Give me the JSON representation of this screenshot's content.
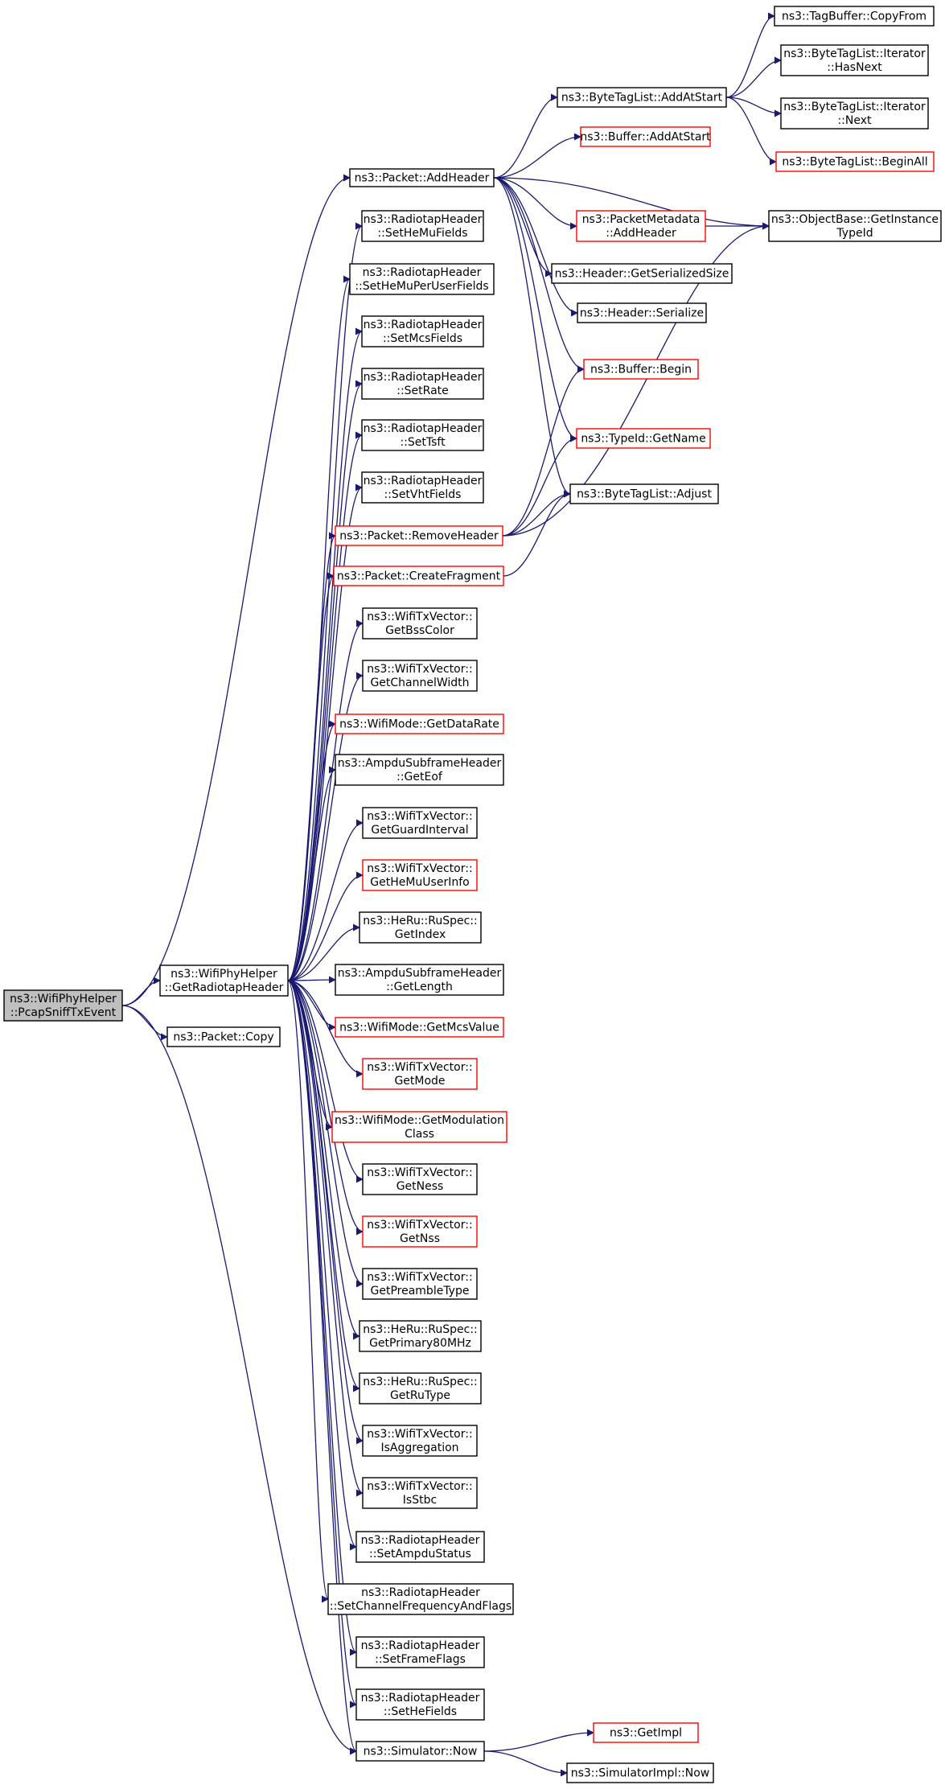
{
  "diagram": {
    "nodes": [
      {
        "id": "n0",
        "lines": [
          "ns3::WifiPhyHelper",
          "::PcapSniffTxEvent"
        ],
        "style": "gray"
      },
      {
        "id": "n1",
        "lines": [
          "ns3::WifiPhyHelper",
          "::GetRadiotapHeader"
        ],
        "style": "black"
      },
      {
        "id": "n2",
        "lines": [
          "ns3::Packet::Copy"
        ],
        "style": "black"
      },
      {
        "id": "n3",
        "lines": [
          "ns3::Packet::AddHeader"
        ],
        "style": "black"
      },
      {
        "id": "n4",
        "lines": [
          "ns3::RadiotapHeader",
          "::SetHeMuFields"
        ],
        "style": "black"
      },
      {
        "id": "n5",
        "lines": [
          "ns3::RadiotapHeader",
          "::SetHeMuPerUserFields"
        ],
        "style": "black"
      },
      {
        "id": "n6",
        "lines": [
          "ns3::RadiotapHeader",
          "::SetMcsFields"
        ],
        "style": "black"
      },
      {
        "id": "n7",
        "lines": [
          "ns3::RadiotapHeader",
          "::SetRate"
        ],
        "style": "black"
      },
      {
        "id": "n8",
        "lines": [
          "ns3::RadiotapHeader",
          "::SetTsft"
        ],
        "style": "black"
      },
      {
        "id": "n9",
        "lines": [
          "ns3::RadiotapHeader",
          "::SetVhtFields"
        ],
        "style": "black"
      },
      {
        "id": "n10",
        "lines": [
          "ns3::Packet::RemoveHeader"
        ],
        "style": "red"
      },
      {
        "id": "n11",
        "lines": [
          "ns3::Packet::CreateFragment"
        ],
        "style": "red"
      },
      {
        "id": "n12",
        "lines": [
          "ns3::WifiTxVector::",
          "GetBssColor"
        ],
        "style": "black"
      },
      {
        "id": "n13",
        "lines": [
          "ns3::WifiTxVector::",
          "GetChannelWidth"
        ],
        "style": "black"
      },
      {
        "id": "n14",
        "lines": [
          "ns3::WifiMode::GetDataRate"
        ],
        "style": "red"
      },
      {
        "id": "n15",
        "lines": [
          "ns3::AmpduSubframeHeader",
          "::GetEof"
        ],
        "style": "black"
      },
      {
        "id": "n16",
        "lines": [
          "ns3::WifiTxVector::",
          "GetGuardInterval"
        ],
        "style": "black"
      },
      {
        "id": "n17",
        "lines": [
          "ns3::WifiTxVector::",
          "GetHeMuUserInfo"
        ],
        "style": "red"
      },
      {
        "id": "n18",
        "lines": [
          "ns3::HeRu::RuSpec::",
          "GetIndex"
        ],
        "style": "black"
      },
      {
        "id": "n19",
        "lines": [
          "ns3::AmpduSubframeHeader",
          "::GetLength"
        ],
        "style": "black"
      },
      {
        "id": "n20",
        "lines": [
          "ns3::WifiMode::GetMcsValue"
        ],
        "style": "red"
      },
      {
        "id": "n21",
        "lines": [
          "ns3::WifiTxVector::",
          "GetMode"
        ],
        "style": "red"
      },
      {
        "id": "n22",
        "lines": [
          "ns3::WifiMode::GetModulation",
          "Class"
        ],
        "style": "red"
      },
      {
        "id": "n23",
        "lines": [
          "ns3::WifiTxVector::",
          "GetNess"
        ],
        "style": "black"
      },
      {
        "id": "n24",
        "lines": [
          "ns3::WifiTxVector::",
          "GetNss"
        ],
        "style": "red"
      },
      {
        "id": "n25",
        "lines": [
          "ns3::WifiTxVector::",
          "GetPreambleType"
        ],
        "style": "black"
      },
      {
        "id": "n26",
        "lines": [
          "ns3::HeRu::RuSpec::",
          "GetPrimary80MHz"
        ],
        "style": "black"
      },
      {
        "id": "n27",
        "lines": [
          "ns3::HeRu::RuSpec::",
          "GetRuType"
        ],
        "style": "black"
      },
      {
        "id": "n28",
        "lines": [
          "ns3::WifiTxVector::",
          "IsAggregation"
        ],
        "style": "black"
      },
      {
        "id": "n29",
        "lines": [
          "ns3::WifiTxVector::",
          "IsStbc"
        ],
        "style": "black"
      },
      {
        "id": "n30",
        "lines": [
          "ns3::RadiotapHeader",
          "::SetAmpduStatus"
        ],
        "style": "black"
      },
      {
        "id": "n31",
        "lines": [
          "ns3::RadiotapHeader",
          "::SetChannelFrequencyAndFlags"
        ],
        "style": "black"
      },
      {
        "id": "n32",
        "lines": [
          "ns3::RadiotapHeader",
          "::SetFrameFlags"
        ],
        "style": "black"
      },
      {
        "id": "n33",
        "lines": [
          "ns3::RadiotapHeader",
          "::SetHeFields"
        ],
        "style": "black"
      },
      {
        "id": "n34",
        "lines": [
          "ns3::Simulator::Now"
        ],
        "style": "black"
      },
      {
        "id": "n35",
        "lines": [
          "ns3::ByteTagList::AddAtStart"
        ],
        "style": "black"
      },
      {
        "id": "n36",
        "lines": [
          "ns3::Buffer::AddAtStart"
        ],
        "style": "red"
      },
      {
        "id": "n37",
        "lines": [
          "ns3::PacketMetadata",
          "::AddHeader"
        ],
        "style": "red"
      },
      {
        "id": "n38",
        "lines": [
          "ns3::Header::GetSerializedSize"
        ],
        "style": "black"
      },
      {
        "id": "n39",
        "lines": [
          "ns3::Header::Serialize"
        ],
        "style": "black"
      },
      {
        "id": "n40",
        "lines": [
          "ns3::Buffer::Begin"
        ],
        "style": "red"
      },
      {
        "id": "n41",
        "lines": [
          "ns3::TypeId::GetName"
        ],
        "style": "red"
      },
      {
        "id": "n42",
        "lines": [
          "ns3::ByteTagList::Adjust"
        ],
        "style": "black"
      },
      {
        "id": "n43",
        "lines": [
          "ns3::ObjectBase::GetInstance",
          "TypeId"
        ],
        "style": "black"
      },
      {
        "id": "n44",
        "lines": [
          "ns3::TagBuffer::CopyFrom"
        ],
        "style": "black"
      },
      {
        "id": "n45",
        "lines": [
          "ns3::ByteTagList::Iterator",
          "::HasNext"
        ],
        "style": "black"
      },
      {
        "id": "n46",
        "lines": [
          "ns3::ByteTagList::Iterator",
          "::Next"
        ],
        "style": "black"
      },
      {
        "id": "n47",
        "lines": [
          "ns3::ByteTagList::BeginAll"
        ],
        "style": "red"
      },
      {
        "id": "n48",
        "lines": [
          "ns3::GetImpl"
        ],
        "style": "red"
      },
      {
        "id": "n49",
        "lines": [
          "ns3::SimulatorImpl::Now"
        ],
        "style": "black"
      }
    ],
    "edges": [
      [
        "n0",
        "n1"
      ],
      [
        "n0",
        "n2"
      ],
      [
        "n0",
        "n3"
      ],
      [
        "n0",
        "n34"
      ],
      [
        "n1",
        "n4"
      ],
      [
        "n1",
        "n5"
      ],
      [
        "n1",
        "n6"
      ],
      [
        "n1",
        "n7"
      ],
      [
        "n1",
        "n8"
      ],
      [
        "n1",
        "n9"
      ],
      [
        "n1",
        "n10"
      ],
      [
        "n1",
        "n11"
      ],
      [
        "n1",
        "n12"
      ],
      [
        "n1",
        "n13"
      ],
      [
        "n1",
        "n14"
      ],
      [
        "n1",
        "n15"
      ],
      [
        "n1",
        "n16"
      ],
      [
        "n1",
        "n17"
      ],
      [
        "n1",
        "n18"
      ],
      [
        "n1",
        "n19"
      ],
      [
        "n1",
        "n20"
      ],
      [
        "n1",
        "n21"
      ],
      [
        "n1",
        "n22"
      ],
      [
        "n1",
        "n23"
      ],
      [
        "n1",
        "n24"
      ],
      [
        "n1",
        "n25"
      ],
      [
        "n1",
        "n26"
      ],
      [
        "n1",
        "n27"
      ],
      [
        "n1",
        "n28"
      ],
      [
        "n1",
        "n29"
      ],
      [
        "n1",
        "n30"
      ],
      [
        "n1",
        "n31"
      ],
      [
        "n1",
        "n32"
      ],
      [
        "n1",
        "n33"
      ],
      [
        "n1",
        "n34"
      ],
      [
        "n3",
        "n35"
      ],
      [
        "n3",
        "n36"
      ],
      [
        "n3",
        "n37"
      ],
      [
        "n3",
        "n38"
      ],
      [
        "n3",
        "n39"
      ],
      [
        "n3",
        "n40"
      ],
      [
        "n3",
        "n41"
      ],
      [
        "n3",
        "n42"
      ],
      [
        "n3",
        "n43"
      ],
      [
        "n35",
        "n44"
      ],
      [
        "n35",
        "n45"
      ],
      [
        "n35",
        "n46"
      ],
      [
        "n35",
        "n47"
      ],
      [
        "n37",
        "n43"
      ],
      [
        "n10",
        "n40"
      ],
      [
        "n10",
        "n41"
      ],
      [
        "n10",
        "n42"
      ],
      [
        "n10",
        "n43"
      ],
      [
        "n11",
        "n42"
      ],
      [
        "n34",
        "n48"
      ],
      [
        "n34",
        "n49"
      ]
    ]
  }
}
